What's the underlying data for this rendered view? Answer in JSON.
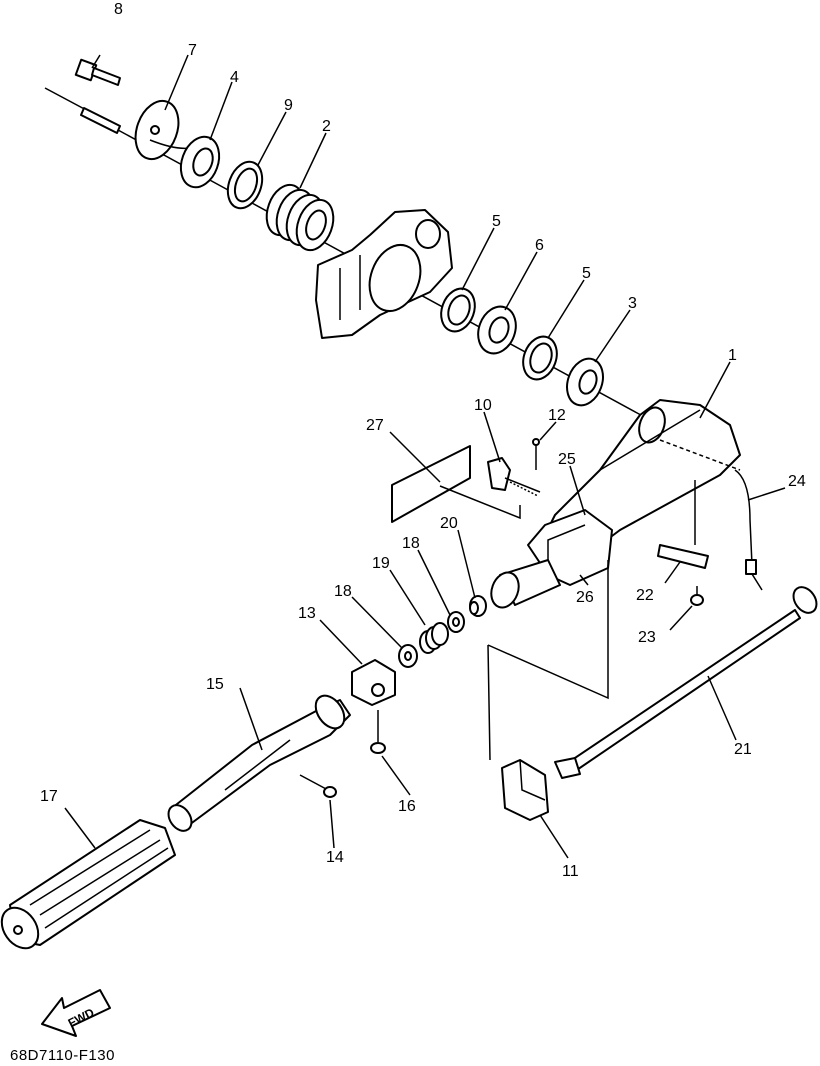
{
  "diagram": {
    "callouts": [
      "1",
      "2",
      "3",
      "4",
      "5",
      "5",
      "6",
      "7",
      "8",
      "9",
      "10",
      "11",
      "12",
      "13",
      "14",
      "15",
      "16",
      "17",
      "18",
      "18",
      "19",
      "20",
      "21",
      "22",
      "23",
      "24",
      "25",
      "26",
      "27"
    ],
    "fwd_label": "FWD",
    "drawing_code": "68D7110-F130"
  }
}
